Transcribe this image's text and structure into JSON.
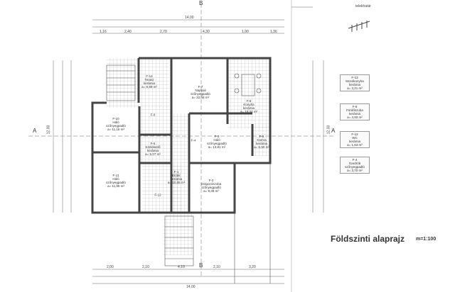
{
  "drawing": {
    "title": "Földszinti alaprajz",
    "scale": "m=1:100",
    "north_label": "telekhatár",
    "section_marks": [
      "A",
      "A",
      "B",
      "B"
    ]
  },
  "dimensions": {
    "top_total": "14,00",
    "top_segments": [
      "1,16",
      "2,40",
      "2,70",
      "4,30",
      "1,90",
      "1,36"
    ],
    "bottom_total": "14,00",
    "bottom_segments": [
      "2,00",
      "2,10",
      "4,10",
      "2,10",
      "3,20"
    ],
    "left_total": "12,00",
    "right_total": "12,00"
  },
  "rooms": [
    {
      "id": "F-14",
      "name": "Terasz",
      "floor": "kerámia",
      "area": "a= 8,89 m²"
    },
    {
      "id": "F-7",
      "name": "Nappali",
      "floor": "szőnyegpadló",
      "area": "a= 22,08 m²"
    },
    {
      "id": "F-8",
      "name": "Konyha",
      "floor": "kerámia",
      "area": "a= 18,04 m²"
    },
    {
      "id": "F-10",
      "name": "Háló",
      "floor": "szőnyegpadló",
      "area": "a= 11,15 m²"
    },
    {
      "id": "F-5",
      "name": "Közlekedő",
      "floor": "kerámia",
      "area": "a= 5,07 m²"
    },
    {
      "id": "F-3",
      "name": "Háló",
      "floor": "szőnyegpadló",
      "area": "a= 13,81 m²"
    },
    {
      "id": "F-9",
      "name": "Kamra",
      "floor": "kerámia",
      "area": "a= 6,50 m²"
    },
    {
      "id": "F-11",
      "name": "Háló",
      "floor": "szőnyegpadló",
      "area": "a= 11,95 m²"
    },
    {
      "id": "F-1",
      "name": "Előtér",
      "floor": "kerámia",
      "area": "a= 10,05 m²"
    },
    {
      "id": "F-2",
      "name": "Dolgozószoba",
      "floor": "szőnyegpadló",
      "area": "a= 9,36 m²"
    }
  ],
  "side_rooms": [
    {
      "id": "F-13",
      "name": "Mosókonyha",
      "floor": "kerámia",
      "area": "a= 3,21 m²"
    },
    {
      "id": "F-6",
      "name": "Fürdőszoba",
      "floor": "kerámia",
      "area": "a= 4,93 m²"
    },
    {
      "id": "F-12",
      "name": "WC",
      "floor": "kerámia",
      "area": "a= 1,63 m²"
    },
    {
      "id": "F-4",
      "name": "Gardrób",
      "floor": "szőnyegpadló",
      "area": "a= 3,70 m²"
    }
  ],
  "small_labels": {
    "f4": "F-4",
    "f6": "F-6",
    "f12": "F-12"
  }
}
